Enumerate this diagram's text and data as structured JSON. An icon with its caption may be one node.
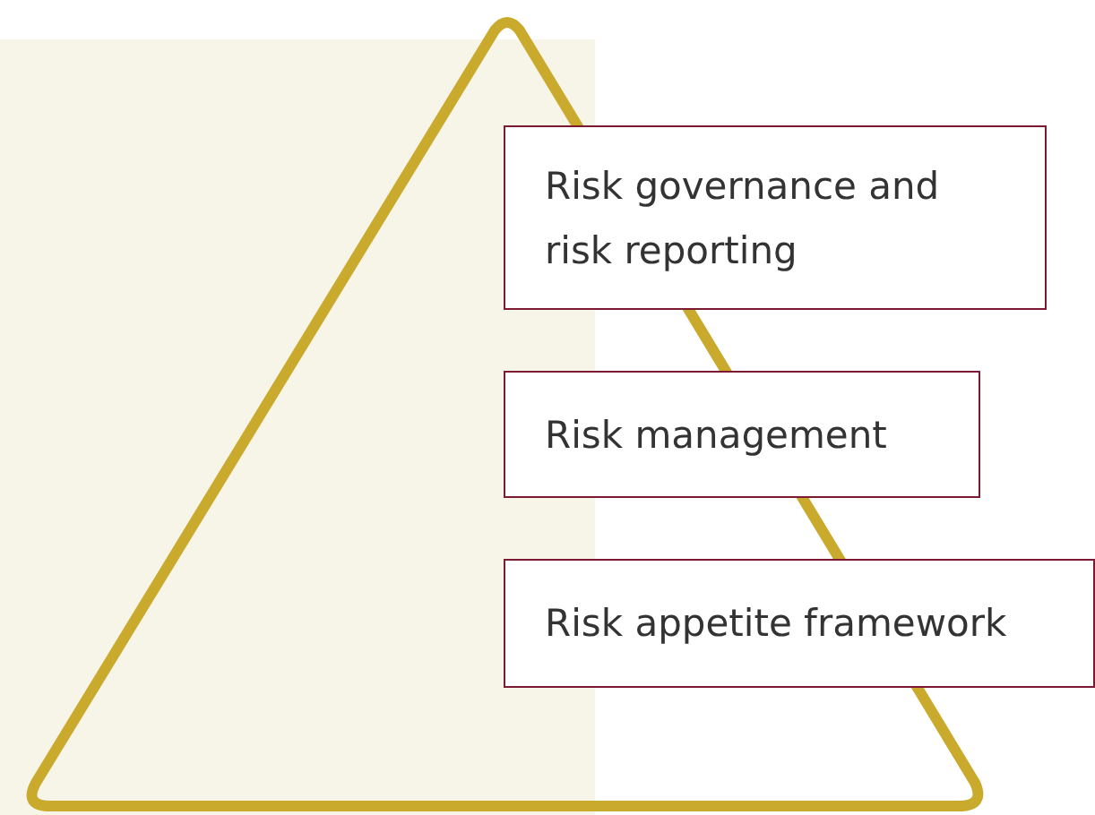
{
  "diagram": {
    "nodes": [
      {
        "text": [
          "Risk governance and risk reporting"
        ]
      },
      {
        "text": [
          "Risk management"
        ]
      },
      {
        "text": [
          "Risk appetite framework"
        ]
      }
    ]
  }
}
